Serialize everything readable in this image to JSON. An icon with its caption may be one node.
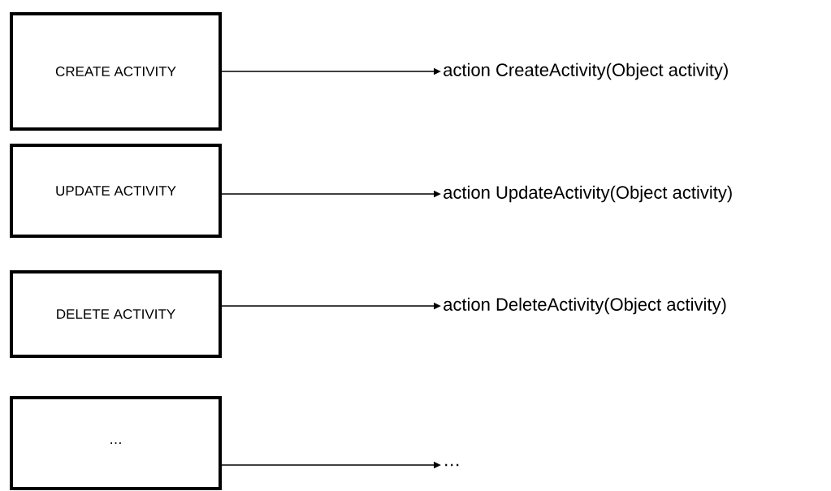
{
  "diagram": {
    "nodes": [
      {
        "text": [
          "CREATE ACTIVITY"
        ]
      },
      {
        "text": [
          "action CreateActivity(Object activity)"
        ]
      },
      {
        "text": [
          "UPDATE ACTIVITY"
        ]
      },
      {
        "text": [
          "action UpdateActivity(Object activity)"
        ]
      },
      {
        "text": [
          "DELETE ACTIVITY"
        ]
      },
      {
        "text": [
          "action DeleteActivity(Object activity)"
        ]
      },
      {
        "text": [
          "…"
        ]
      },
      {
        "text": [
          "…"
        ]
      }
    ],
    "edges": [
      {
        "from": 0,
        "to": 1,
        "arrow": "to"
      },
      {
        "from": 2,
        "to": 3,
        "arrow": "to"
      },
      {
        "from": 4,
        "to": 5,
        "arrow": "to"
      },
      {
        "from": 6,
        "to": 7,
        "arrow": "to"
      }
    ]
  }
}
